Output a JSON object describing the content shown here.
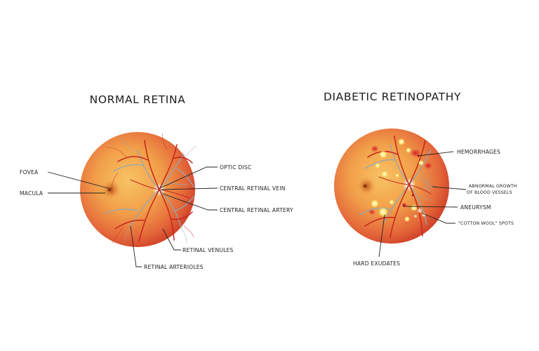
{
  "left_panel": {
    "title": "NORMAL RETINA",
    "labels": {
      "fovea": "FOVEA",
      "macula": "MACULA",
      "optic_disc": "OPTIC DISC",
      "central_retinal_vein": "CENTRAL RETINAL VEIN",
      "central_retinal_artery": "CENTRAL RETINAL ARTERY",
      "retinal_venules": "RETINAL VENULES",
      "retinal_arterioles": "RETINAL ARTERIOLES"
    }
  },
  "right_panel": {
    "title": "DIABETIC RETINOPATHY",
    "labels": {
      "hemorrhages": "HEMORRHAGES",
      "abnormal_growth_line1": "ABNORMAL GROWTH",
      "abnormal_growth_line2": "OF BLOOD VESSELS",
      "aneurysm": "ANEURYSM",
      "cotton_wool_spots": "\"COTTON WOOL\" SPOTS",
      "hard_exudates": "HARD EXUDATES"
    }
  },
  "colors": {
    "retina_center": "#f6b24a",
    "retina_edge": "#d8452a",
    "artery": "#c7261c",
    "vein": "#8fa3b3",
    "optic_disc": "#fde7c4",
    "exudate": "#f8e67a",
    "hemorrhage": "#d61e2a"
  }
}
